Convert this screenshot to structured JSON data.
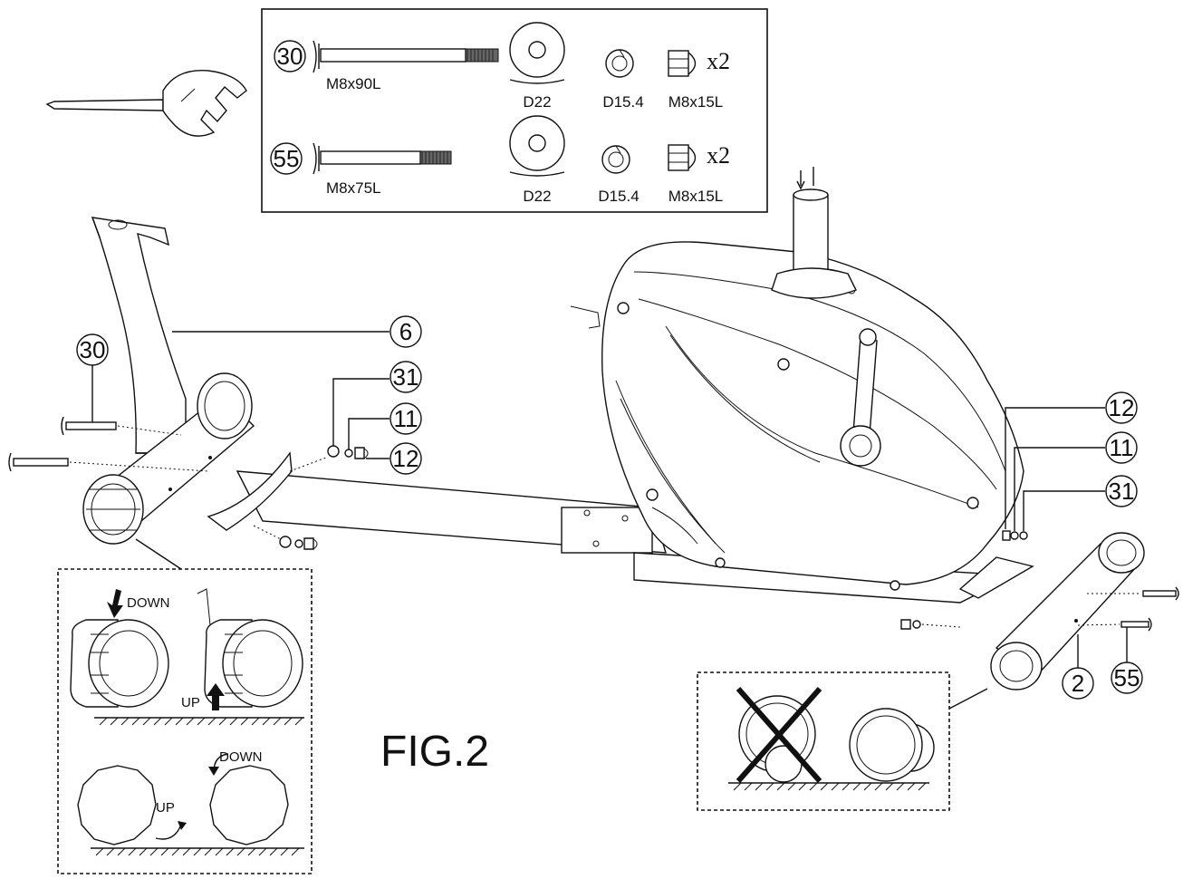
{
  "hardware_box": {
    "rows": [
      {
        "callout": "30",
        "bolt_size": "M8x90L",
        "washer": "D22",
        "spring_washer": "D15.4",
        "nut": "M8x15L",
        "qty": "x2"
      },
      {
        "callout": "55",
        "bolt_size": "M8x75L",
        "washer": "D22",
        "spring_washer": "D15.4",
        "nut": "M8x15L",
        "qty": "x2"
      }
    ]
  },
  "callouts": {
    "seat_post": "6",
    "front_bolt": "30",
    "left_washer": "31",
    "left_spring_washer": "11",
    "left_nut": "12",
    "right_nut": "12",
    "right_spring_washer": "11",
    "right_washer": "31",
    "rear_stabilizer": "2",
    "rear_bolt": "55"
  },
  "detail_left": {
    "down_top": "DOWN",
    "up_top": "UP",
    "up_bottom": "UP",
    "down_bottom": "DOWN"
  },
  "figure_label": "FIG.2"
}
